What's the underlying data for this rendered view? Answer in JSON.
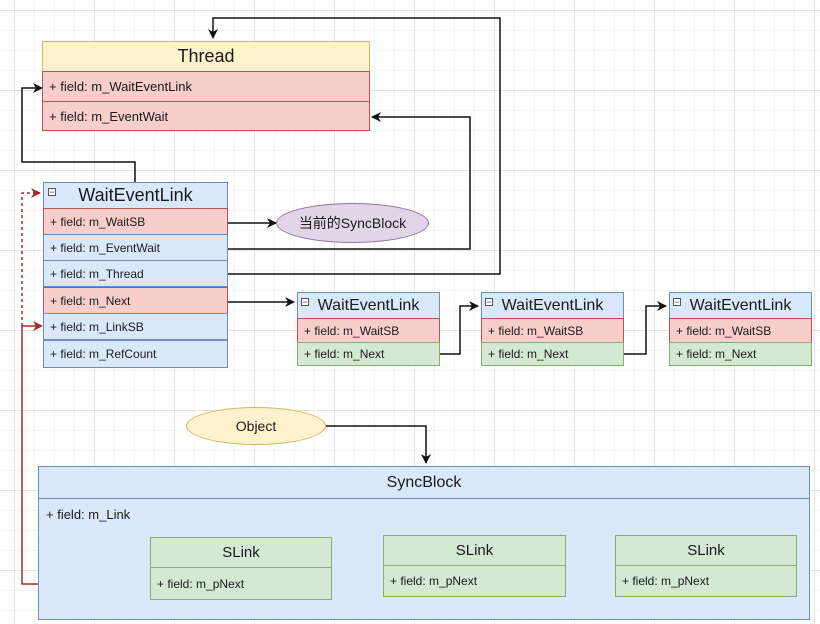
{
  "thread": {
    "title": "Thread",
    "fields": [
      "+ field: m_WaitEventLink",
      "+ field: m_EventWait"
    ]
  },
  "wel_main": {
    "title": "WaitEventLink",
    "fields": [
      "+ field: m_WaitSB",
      "+ field: m_EventWait",
      "+ field: m_Thread",
      "+ field: m_Next",
      "+ field: m_LinkSB",
      "+ field: m_RefCount"
    ]
  },
  "syncblock_label": "当前的SyncBlock",
  "wel_chain": [
    {
      "title": "WaitEventLink",
      "fields": [
        "+ field: m_WaitSB",
        "+ field: m_Next"
      ]
    },
    {
      "title": "WaitEventLink",
      "fields": [
        "+ field: m_WaitSB",
        "+ field: m_Next"
      ]
    },
    {
      "title": "WaitEventLink",
      "fields": [
        "+ field: m_WaitSB",
        "+ field: m_Next"
      ]
    }
  ],
  "object_label": "Object",
  "syncblock": {
    "title": "SyncBlock",
    "field": "+ field: m_Link"
  },
  "slinks": [
    {
      "title": "SLink",
      "field": "+ field: m_pNext"
    },
    {
      "title": "SLink",
      "field": "+ field: m_pNext"
    },
    {
      "title": "SLink",
      "field": "+ field: m_pNext"
    }
  ],
  "colors": {
    "blue_fill": "#dae8fc",
    "blue_stroke": "#6c8ebf",
    "red_fill": "#f8cecc",
    "red_stroke": "#b85450",
    "green_fill": "#d5e8d4",
    "green_stroke": "#82b366",
    "yellow_fill": "#fff2cc",
    "yellow_stroke": "#d6b656",
    "purple_fill": "#e1d5e7",
    "purple_stroke": "#9673a6",
    "dashed_arrow": "#a52a2a"
  }
}
